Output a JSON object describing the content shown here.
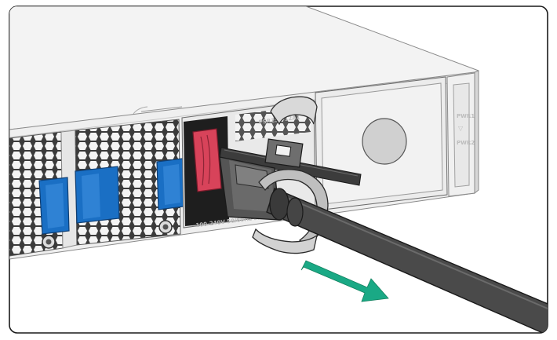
{
  "labels": {
    "psu_voltage": "~100-240V 50/60Hz 5A",
    "psu_model": "PSR250-12A1",
    "slot_pwr1": "PWR1",
    "slot_pwr2": "PWR2"
  },
  "colors": {
    "frame": "#1a1a1a",
    "chassis": "#f2f2f2",
    "fan_grille": "#505050",
    "latch_blue": "#1a6fc4",
    "handle_red": "#d8435a",
    "cable": "#4a4a4a",
    "arrow_green": "#1aa985"
  },
  "icons": {
    "direction": "arrow-right-down-icon"
  }
}
